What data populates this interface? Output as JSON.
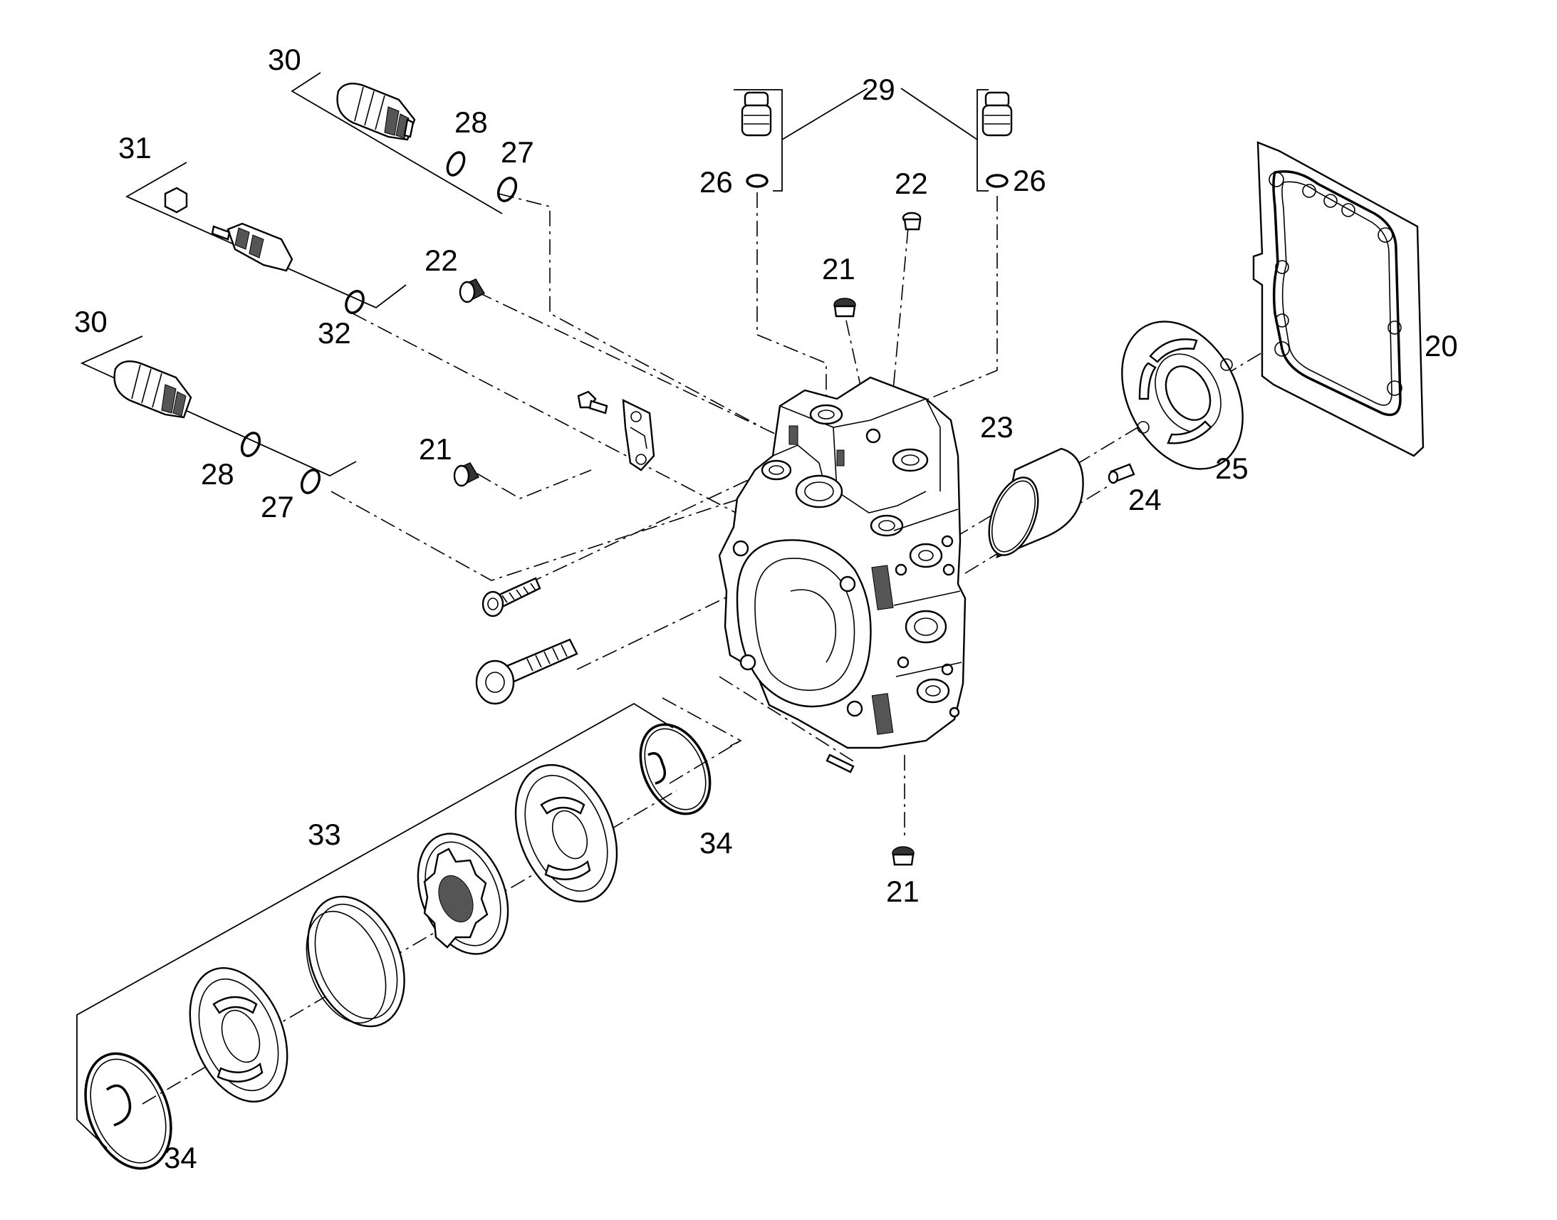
{
  "callouts": {
    "c20": "20",
    "c21a": "21",
    "c21b": "21",
    "c21c": "21",
    "c22a": "22",
    "c22b": "22",
    "c23": "23",
    "c24": "24",
    "c25": "25",
    "c26a": "26",
    "c26b": "26",
    "c27a": "27",
    "c27b": "27",
    "c28a": "28",
    "c28b": "28",
    "c29": "29",
    "c30a": "30",
    "c30b": "30",
    "c31": "31",
    "c32": "32",
    "c33": "33",
    "c34a": "34",
    "c34b": "34"
  }
}
